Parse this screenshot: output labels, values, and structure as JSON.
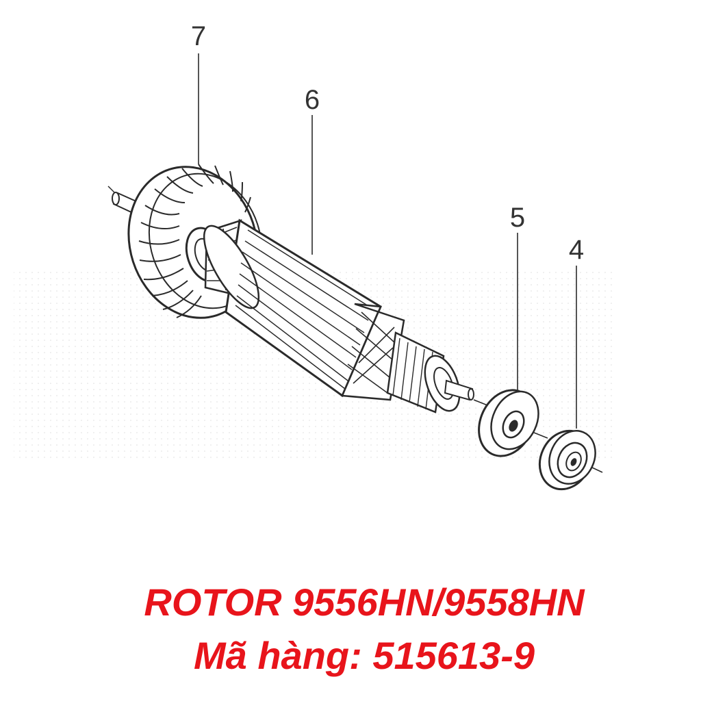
{
  "callouts": {
    "fan": "7",
    "armature": "6",
    "washer": "5",
    "bearing": "4"
  },
  "caption": {
    "title": "ROTOR 9556HN/9558HN",
    "code": "Mã hàng: 515613-9"
  },
  "colors": {
    "caption": "#e8141b",
    "line": "#2a2a2a",
    "callout_text": "#333333"
  }
}
